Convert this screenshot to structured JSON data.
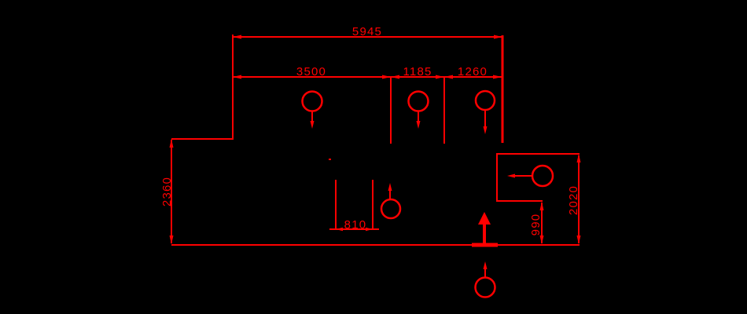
{
  "drawing": {
    "title": "machine-outline-dimension-drawing",
    "colors": {
      "background": "#000000",
      "lines": "#ff0000",
      "text": "#ff0000"
    },
    "dimensions": {
      "overall_width": {
        "value": "5945",
        "orientation": "horizontal"
      },
      "section_left": {
        "value": "3500",
        "orientation": "horizontal"
      },
      "section_middle": {
        "value": "1185",
        "orientation": "horizontal"
      },
      "section_right": {
        "value": "1260",
        "orientation": "horizontal"
      },
      "left_height": {
        "value": "2360",
        "orientation": "vertical"
      },
      "right_height": {
        "value": "2020",
        "orientation": "vertical"
      },
      "outlet_height": {
        "value": "990",
        "orientation": "vertical"
      },
      "slot_width": {
        "value": "810",
        "orientation": "horizontal"
      }
    },
    "balloon_markers": {
      "count": 6,
      "shape": "circle"
    }
  }
}
